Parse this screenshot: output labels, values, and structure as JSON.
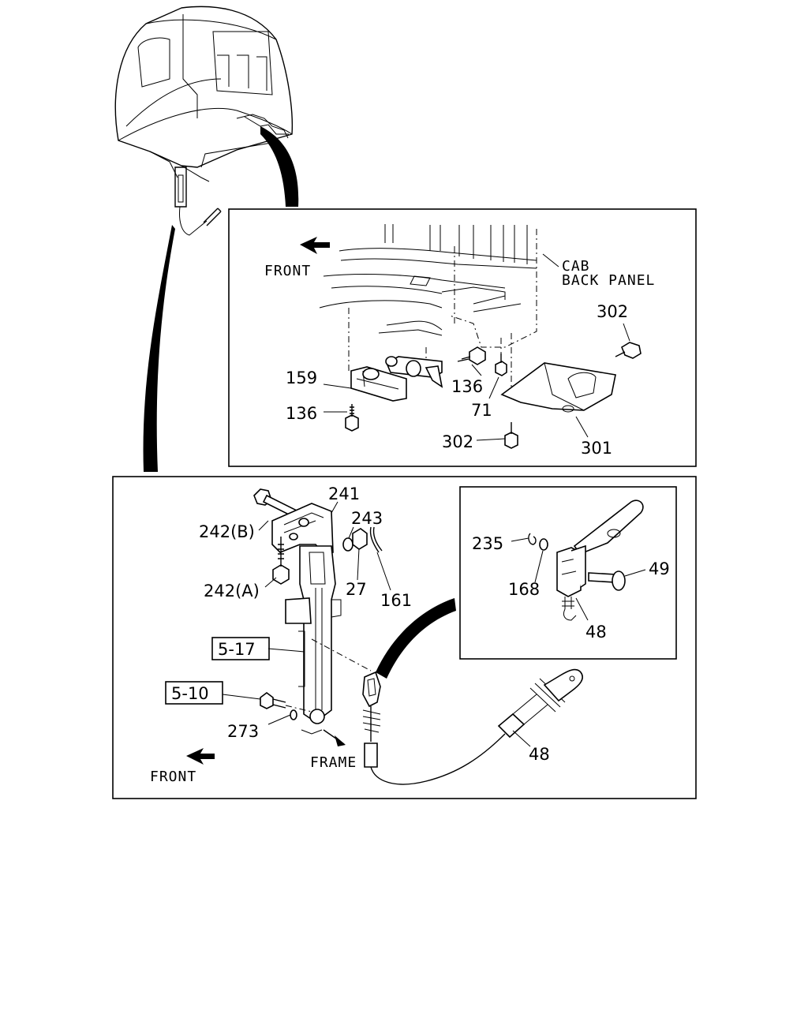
{
  "top_inset": {
    "front_label": "FRONT",
    "cab_label_line1": "CAB",
    "cab_label_line2": "BACK PANEL",
    "callouts": [
      "302",
      "159",
      "136",
      "136",
      "71",
      "302",
      "301"
    ]
  },
  "main_view": {
    "callouts": [
      "241",
      "242(B)",
      "243",
      "242(A)",
      "27",
      "161",
      "273",
      "48"
    ],
    "ref_boxes": [
      "5-17",
      "5-10"
    ],
    "frame_label": "FRAME",
    "front_label": "FRONT"
  },
  "detail_inset": {
    "callouts": [
      "235",
      "49",
      "168",
      "48"
    ]
  }
}
